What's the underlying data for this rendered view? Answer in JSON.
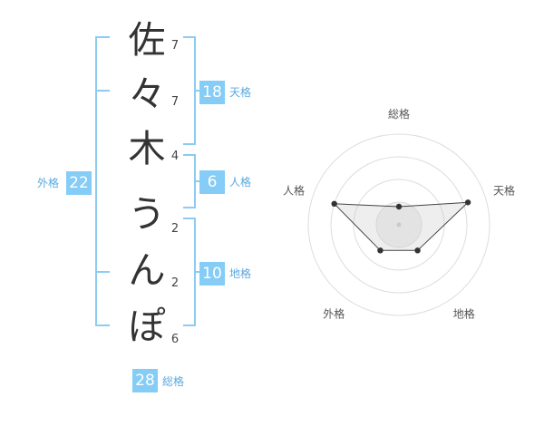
{
  "name": {
    "chars": [
      {
        "char": "佐",
        "strokes": "7"
      },
      {
        "char": "々",
        "strokes": "7"
      },
      {
        "char": "木",
        "strokes": "4"
      },
      {
        "char": "う",
        "strokes": "2"
      },
      {
        "char": "ん",
        "strokes": "2"
      },
      {
        "char": "ぽ",
        "strokes": "6"
      }
    ]
  },
  "kaku": {
    "tenkaku": {
      "label": "天格",
      "value": "18"
    },
    "jinkaku": {
      "label": "人格",
      "value": "6"
    },
    "chikaku": {
      "label": "地格",
      "value": "10"
    },
    "gaikaku": {
      "label": "外格",
      "value": "22"
    },
    "soukaku": {
      "label": "総格",
      "value": "28"
    }
  },
  "colors": {
    "accent": "#85ccf6",
    "bracket": "#8ccbf2",
    "label": "#5aa9de"
  },
  "chart_data": {
    "type": "radar",
    "axes": [
      "総格",
      "天格",
      "地格",
      "外格",
      "人格"
    ],
    "values": [
      0.2,
      0.8,
      0.35,
      0.35,
      0.75
    ],
    "range": [
      0,
      1
    ],
    "rings": 4
  }
}
